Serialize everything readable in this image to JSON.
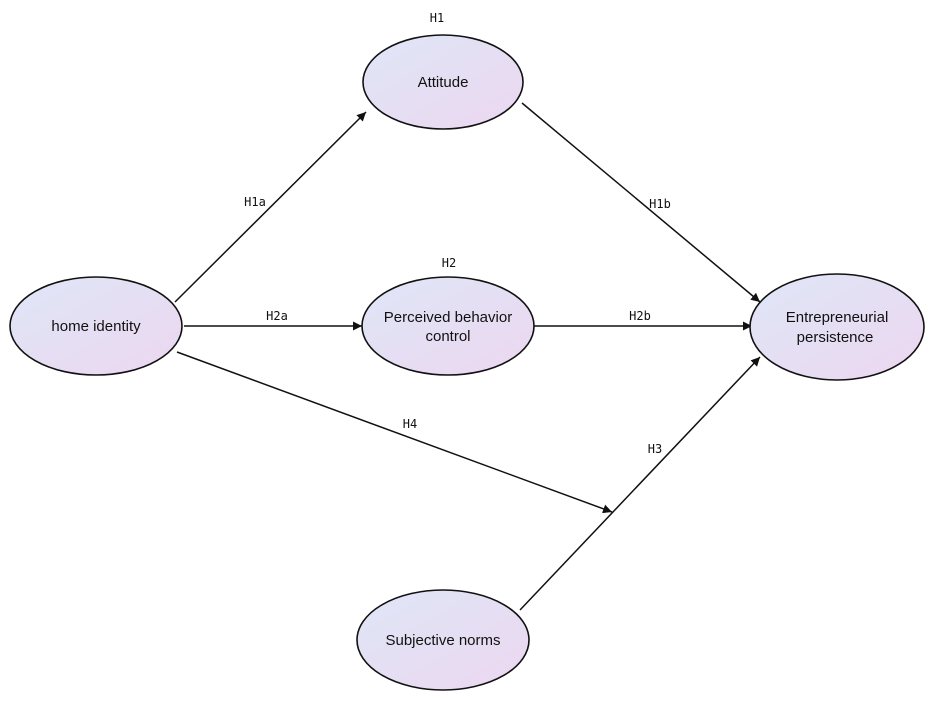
{
  "nodes": {
    "home_identity": {
      "label": "home identity"
    },
    "attitude": {
      "label": "Attitude"
    },
    "perceived_behavior_control": {
      "line1": "Perceived behavior",
      "line2": "control"
    },
    "subjective_norms": {
      "label": "Subjective norms"
    },
    "entrepreneurial_persistence": {
      "line1": "Entrepreneurial",
      "line2": "persistence"
    }
  },
  "hypotheses": {
    "h1": "H1",
    "h1a": "H1a",
    "h1b": "H1b",
    "h2": "H2",
    "h2a": "H2a",
    "h2b": "H2b",
    "h3": "H3",
    "h4": "H4"
  },
  "colors": {
    "node_fill_start": "#dfe6f7",
    "node_fill_end": "#ecd7f0",
    "stroke": "#111111"
  }
}
